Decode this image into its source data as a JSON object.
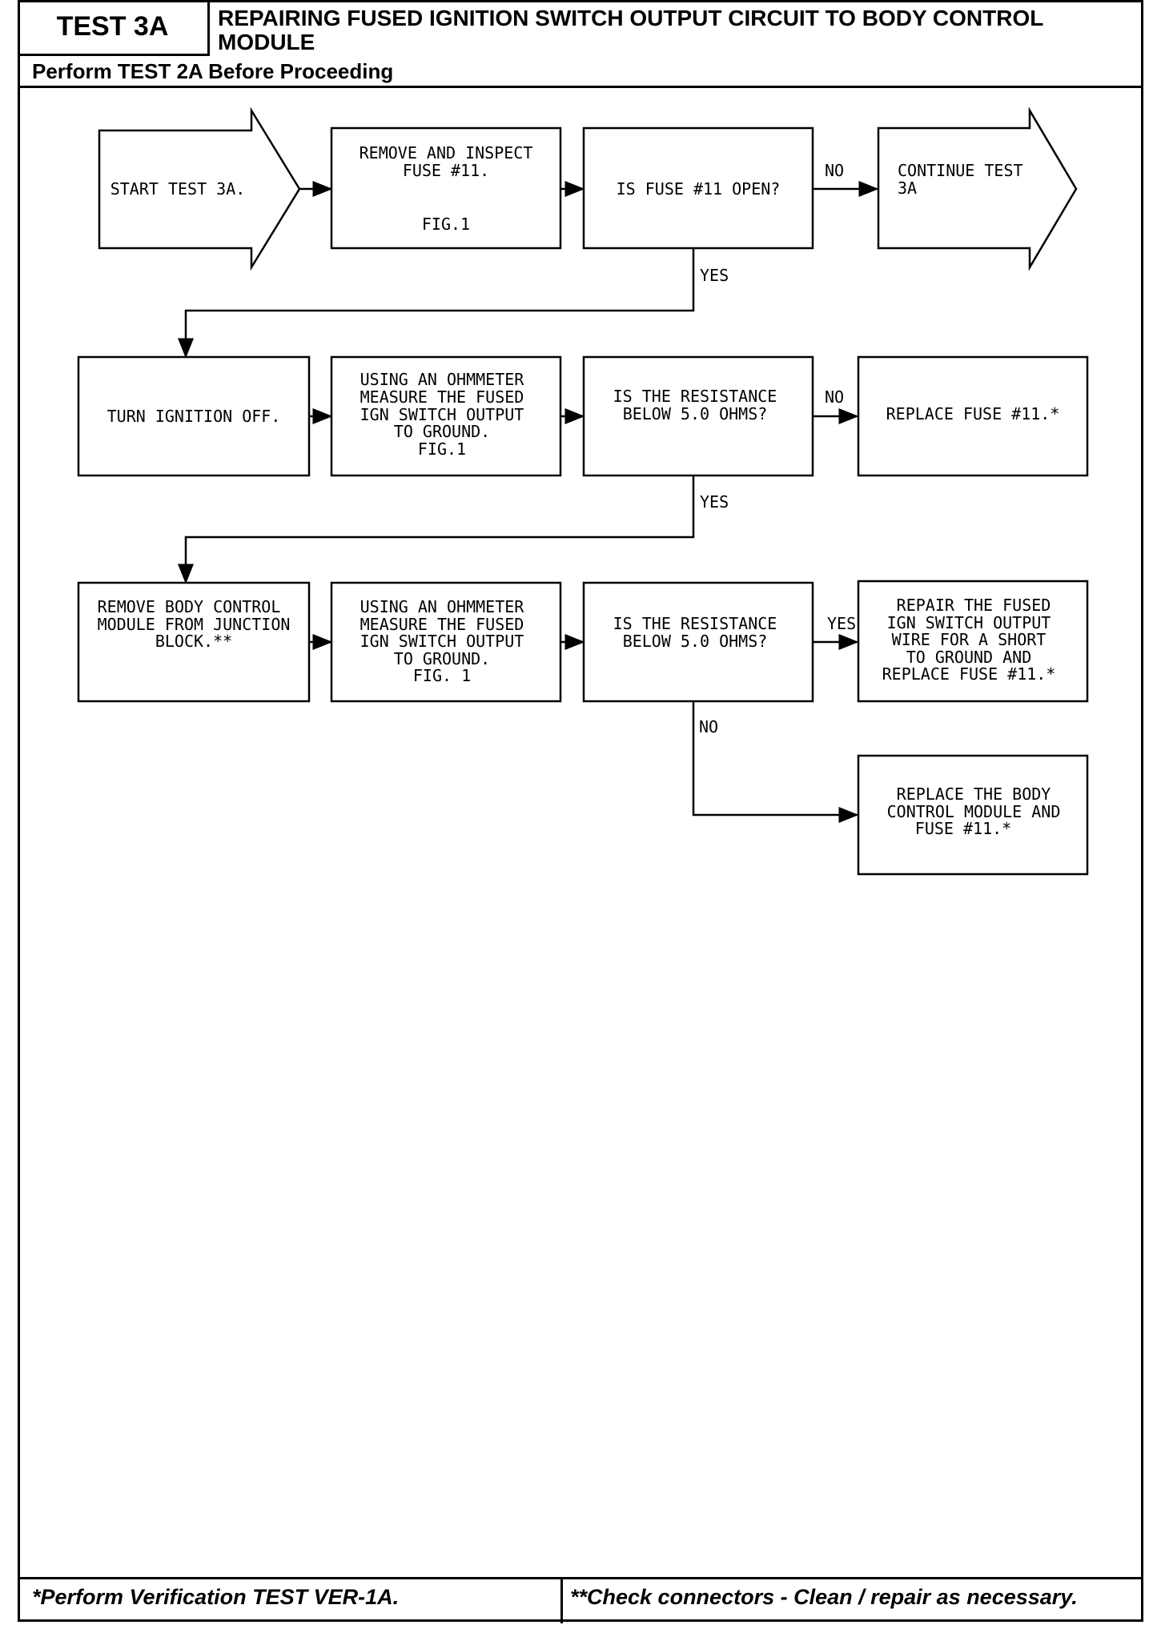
{
  "header": {
    "test_id": "TEST 3A",
    "title": "REPAIRING FUSED IGNITION SWITCH OUTPUT CIRCUIT TO BODY CONTROL MODULE",
    "prerequisite": "Perform TEST 2A Before Proceeding"
  },
  "flow": {
    "start": "START TEST 3A.",
    "step1": [
      "REMOVE AND INSPECT",
      "FUSE #11.",
      "",
      "FIG.1"
    ],
    "q1": "IS FUSE #11 OPEN?",
    "q1_no": "NO",
    "continue": [
      "CONTINUE TEST",
      "3A"
    ],
    "q1_yes": "YES",
    "step2": "TURN IGNITION OFF.",
    "step3": [
      "USING AN OHMMETER",
      "MEASURE THE FUSED",
      "IGN SWITCH OUTPUT",
      "TO GROUND.",
      "FIG.1"
    ],
    "q2": [
      "IS THE RESISTANCE",
      "BELOW 5.0 OHMS?"
    ],
    "q2_no": "NO",
    "result1": "REPLACE FUSE #11.*",
    "q2_yes": "YES",
    "step4": [
      "REMOVE BODY CONTROL",
      "MODULE FROM JUNCTION",
      "BLOCK.**"
    ],
    "step5": [
      "USING AN OHMMETER",
      "MEASURE THE FUSED",
      "IGN SWITCH OUTPUT",
      "TO GROUND.",
      "FIG. 1"
    ],
    "q3": [
      "IS THE RESISTANCE",
      "BELOW 5.0 OHMS?"
    ],
    "q3_yes": "YES",
    "result2": [
      "REPAIR THE FUSED",
      "IGN SWITCH OUTPUT",
      "WIRE FOR A SHORT",
      "TO GROUND AND",
      "REPLACE FUSE #11.*"
    ],
    "q3_no": "NO",
    "result3": [
      "REPLACE THE BODY",
      "CONTROL MODULE AND",
      "FUSE #11.*"
    ]
  },
  "footer": {
    "left": "*Perform Verification TEST VER-1A.",
    "right": "**Check connectors - Clean / repair as necessary."
  }
}
